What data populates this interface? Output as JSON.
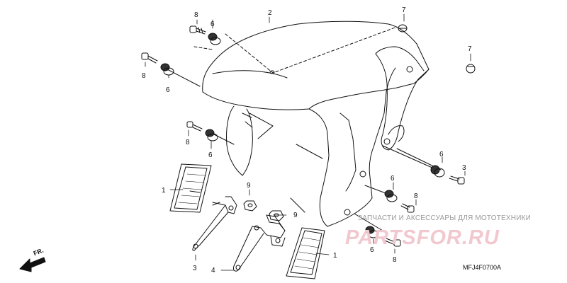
{
  "callouts": [
    {
      "id": "c8a",
      "text": "8"
    },
    {
      "id": "c6a",
      "text": "6"
    },
    {
      "id": "c2",
      "text": "2"
    },
    {
      "id": "c7a",
      "text": "7"
    },
    {
      "id": "c7b",
      "text": "7"
    },
    {
      "id": "c8b",
      "text": "8"
    },
    {
      "id": "c6b",
      "text": "6"
    },
    {
      "id": "c8c",
      "text": "8"
    },
    {
      "id": "c6c",
      "text": "6"
    },
    {
      "id": "c6d",
      "text": "6"
    },
    {
      "id": "c3b",
      "text": "3"
    },
    {
      "id": "c1a",
      "text": "1"
    },
    {
      "id": "c9a",
      "text": "9"
    },
    {
      "id": "c6e",
      "text": "6"
    },
    {
      "id": "c8d",
      "text": "8"
    },
    {
      "id": "c9b",
      "text": "9"
    },
    {
      "id": "c3a",
      "text": "3"
    },
    {
      "id": "c4",
      "text": "4"
    },
    {
      "id": "c1b",
      "text": "1"
    },
    {
      "id": "c6f",
      "text": "6"
    },
    {
      "id": "c8e",
      "text": "8"
    }
  ],
  "front_arrow_label": "FR.",
  "diagram_code": "MFJ4F0700A",
  "watermark": {
    "tagline": "ЗАПЧАСТИ И АКСЕССУАРЫ ДЛЯ МОТОТЕХНИКИ",
    "logo": "PARTSFOR.RU"
  }
}
